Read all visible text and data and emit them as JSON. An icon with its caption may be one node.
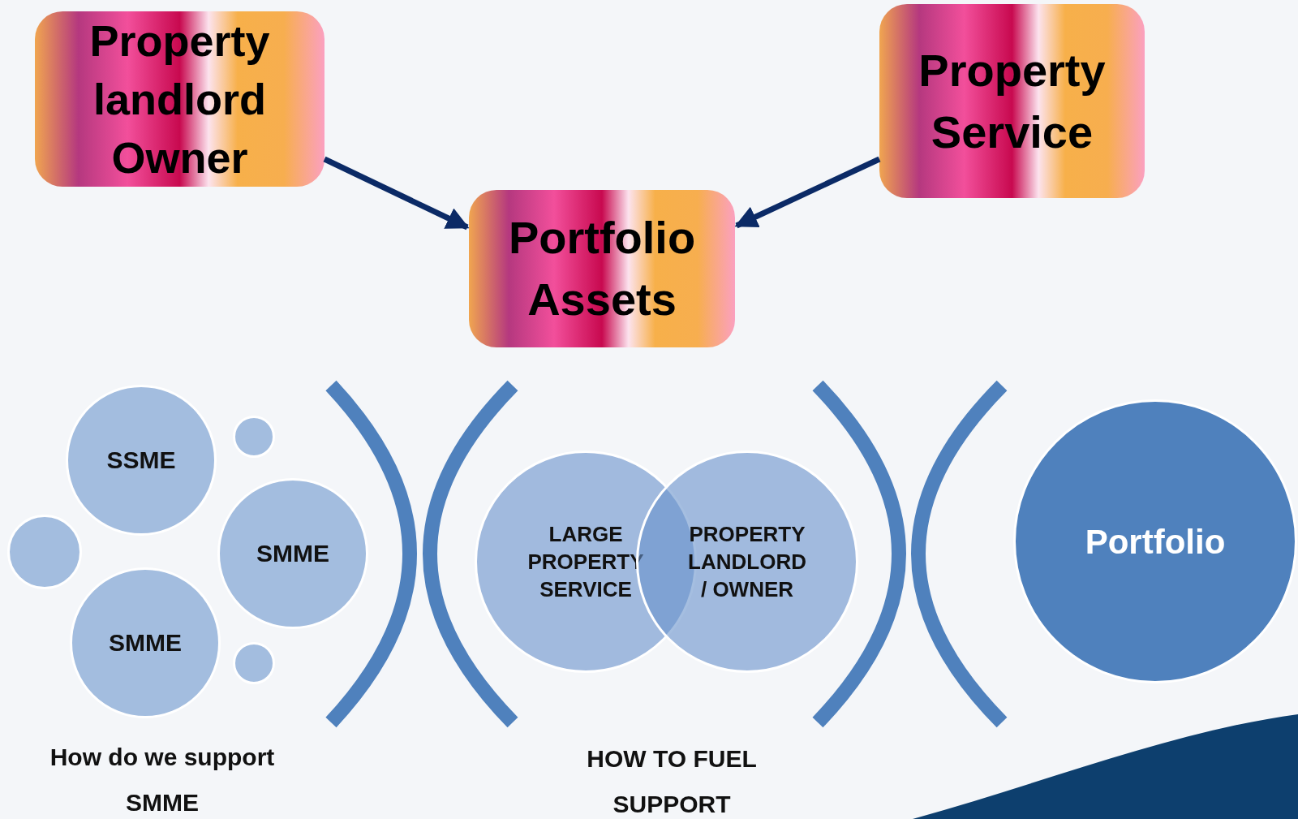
{
  "diagram": {
    "nodes": [
      {
        "text": [
          "Property landlord Owner"
        ]
      },
      {
        "text": [
          "Property Service"
        ]
      },
      {
        "text": [
          "Portfolio Assets"
        ]
      },
      {
        "text": [
          "SSME"
        ]
      },
      {
        "text": [],
        "shape": "circle"
      },
      {
        "text": [],
        "shape": "circle"
      },
      {
        "text": [
          "SMME"
        ]
      },
      {
        "text": [
          "SMME"
        ]
      },
      {
        "text": [],
        "shape": "circle"
      },
      {
        "text": [
          "LARGE PROPERTY SERVICE"
        ]
      },
      {
        "text": [
          "PROPERTY LANDLORD / OWNER"
        ]
      },
      {
        "text": [
          "Portfolio"
        ]
      }
    ],
    "edges": [
      {
        "from": 0,
        "to": 2,
        "arrow": "to"
      },
      {
        "from": 1,
        "to": 2,
        "arrow": "to"
      }
    ],
    "labels": [
      "How do we support SMME",
      "HOW TO FUEL SUPPORT"
    ]
  }
}
